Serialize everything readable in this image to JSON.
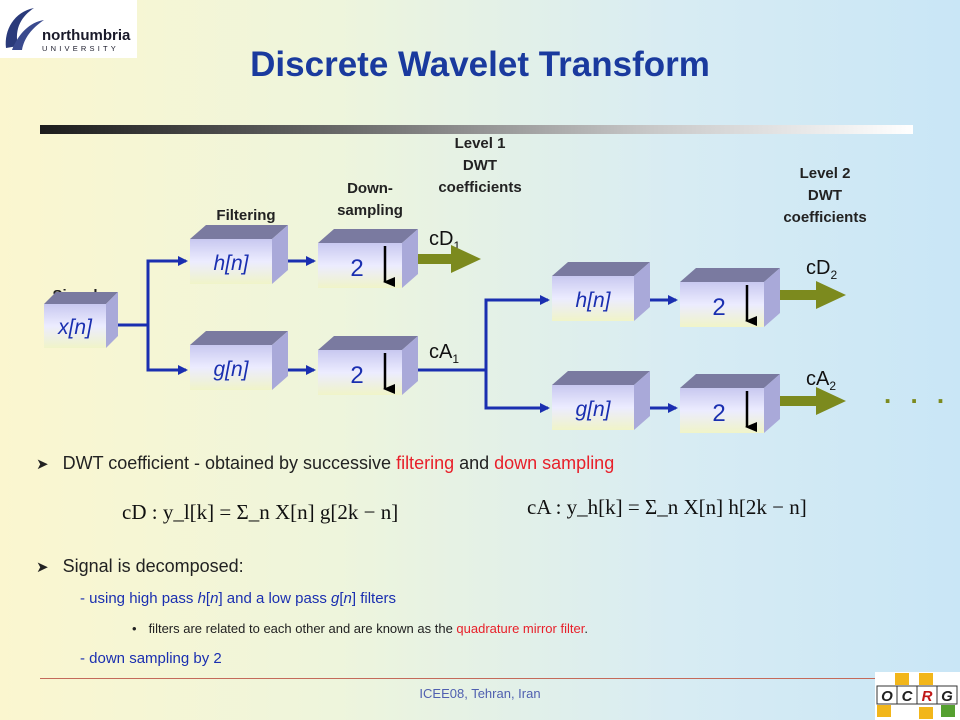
{
  "header": {
    "logo_main": "northumbria",
    "logo_sub": "UNIVERSITY",
    "title": "Discrete Wavelet Transform"
  },
  "diagram": {
    "signal_label": "Signal",
    "input_box": "x[n]",
    "filtering_label": "Filtering",
    "downsampling_label_1": "Down-",
    "downsampling_label_2": "sampling",
    "level1_label_1": "Level 1",
    "level1_label_2": "DWT",
    "level1_label_3": "coefficients",
    "level2_label_1": "Level 2",
    "level2_label_2": "DWT",
    "level2_label_3": "coefficients",
    "high_filter": "h[n]",
    "low_filter": "g[n]",
    "downsample_factor": "2",
    "cD1_main": "cD",
    "cD1_sub": "1",
    "cA1_main": "cA",
    "cA1_sub": "1",
    "cD2_main": "cD",
    "cD2_sub": "2",
    "cA2_main": "cA",
    "cA2_sub": "2",
    "continuation": ". . ."
  },
  "bullets": {
    "b1_pre": "DWT coefficient - obtained by successive ",
    "b1_red1": "filtering",
    "b1_mid": " and ",
    "b1_red2": "down sampling",
    "formula_cD": "cD : y_l[k] = Σ_n X[n] g[2k − n]",
    "formula_cA": "cA : y_h[k] = Σ_n X[n] h[2k − n]",
    "b2": "Signal is decomposed:",
    "s1_pre": "- using high pass ",
    "s1_h": "h",
    "s1_mid1": "[",
    "s1_n1": "n",
    "s1_mid2": "] and a low pass ",
    "s1_g": "g",
    "s1_mid3": "[",
    "s1_n2": "n",
    "s1_post": "] filters",
    "s2_pre": "filters are related to each other and are known as the ",
    "s2_red": "quadrature mirror filter",
    "s2_post": ".",
    "s3": "- down sampling by 2"
  },
  "footer": {
    "text": "ICEE08, Tehran, Iran",
    "ocrg": [
      "O",
      "C",
      "R",
      "G"
    ]
  },
  "colors": {
    "title": "#1a3a9e",
    "lines": "#1a2fb0",
    "arrows": "#7c8a1e",
    "box_top": "#7a7aa0",
    "box_side": "#a9a9d9",
    "red_text": "#e8202a"
  }
}
